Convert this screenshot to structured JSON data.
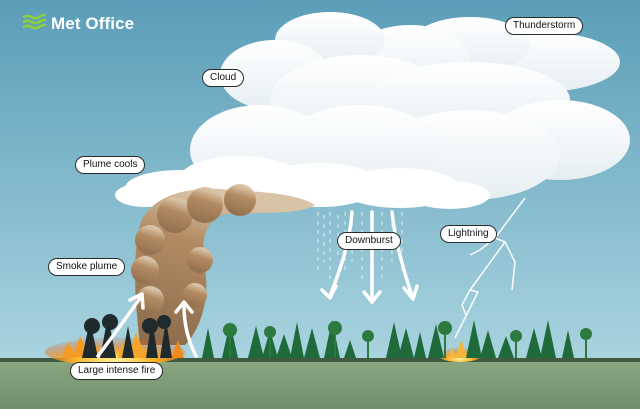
{
  "brand": {
    "name": "Met Office",
    "logo_color": "#8ecf3d"
  },
  "labels": {
    "thunderstorm": "Thunderstorm",
    "cloud": "Cloud",
    "plume_cools": "Plume cools",
    "downburst": "Downburst",
    "lightning": "Lightning",
    "smoke_plume": "Smoke plume",
    "large_intense_fire": "Large intense fire"
  },
  "colors": {
    "sky_top": "#5b9db8",
    "sky_bottom": "#a7d2de",
    "ground": "#7f9d77",
    "smoke": "#a17d5a",
    "fire": "#f08a1c",
    "tree_green": "#1f6a3a",
    "tree_dark": "#1e2a2c"
  },
  "icons": [
    "leaf-wave-logo-icon",
    "updraft-arrow-icon",
    "downburst-arrow-icon",
    "lightning-bolt-icon",
    "tree-icon",
    "flame-icon"
  ]
}
